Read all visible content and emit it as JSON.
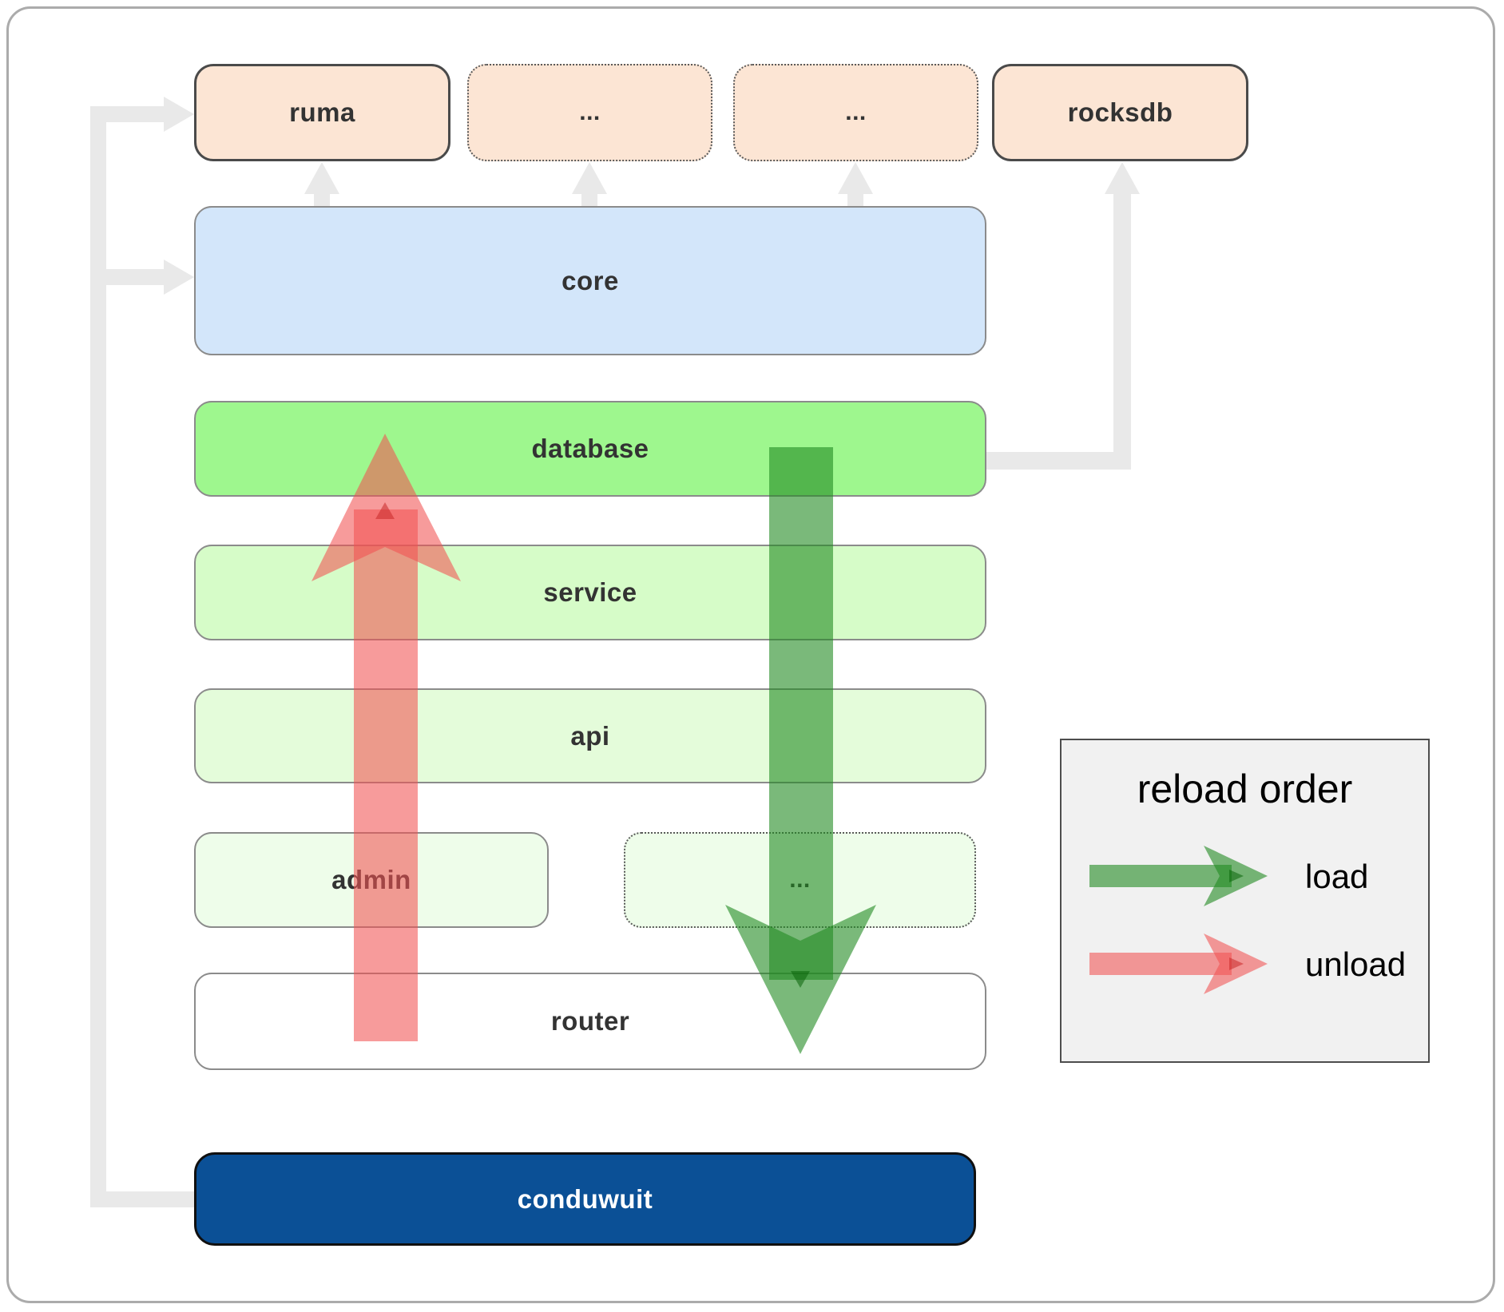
{
  "diagram": {
    "nodes": {
      "ruma": "ruma",
      "dots_top_1": "...",
      "dots_top_2": "...",
      "rocksdb": "rocksdb",
      "core": "core",
      "database": "database",
      "service": "service",
      "api": "api",
      "admin": "admin",
      "dots_admin": "...",
      "router": "router",
      "conduwuit": "conduwuit"
    }
  },
  "legend": {
    "title": "reload order",
    "items": [
      {
        "label": "load",
        "color": "#228b22"
      },
      {
        "label": "unload",
        "color": "#f25252"
      }
    ]
  },
  "colors": {
    "peach": "#fce5d4",
    "blue_core": "#d3e6fa",
    "green_database": "#9ef78e",
    "green_service": "#d6fcc8",
    "green_api": "#e4fcda",
    "green_admin": "#eefdea",
    "white_router": "#ffffff",
    "blue_conduwuit": "#0b5096",
    "legend_bg": "#f1f1f1",
    "line_gray": "#e9e9e9",
    "load_green": "#228b22",
    "unload_red": "#f25252",
    "label_ink": "#333333"
  }
}
